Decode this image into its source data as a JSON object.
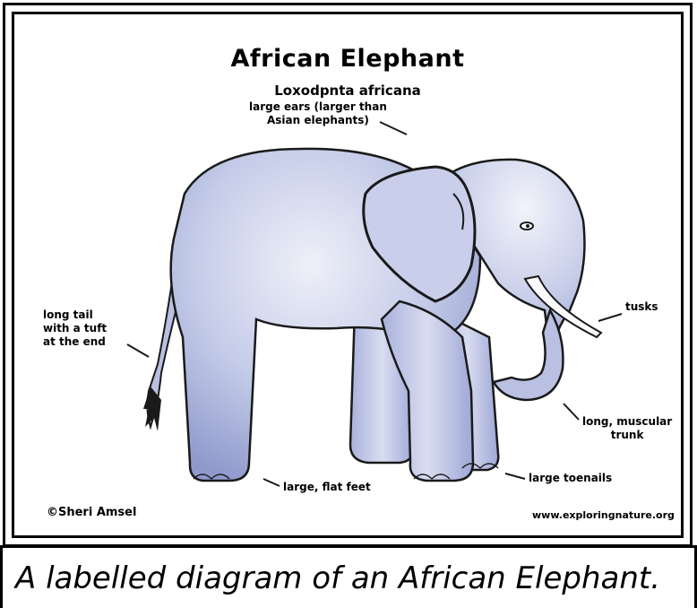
{
  "diagram": {
    "title": "African Elephant",
    "subtitle": "Loxodpnta africana",
    "labels": {
      "ears": "large ears (larger than\nAsian elephants)",
      "tail": "long tail\nwith a tuft\nat the end",
      "tusks": "tusks",
      "trunk": "long, muscular\ntrunk",
      "feet": "large, flat feet",
      "toenails": "large toenails"
    },
    "credit": "©Sheri Amsel",
    "website": "www.exploringnature.org"
  },
  "caption": "A labelled diagram of an African Elephant.",
  "colors": {
    "elephant_body": "#c4cbe8",
    "elephant_shadow": "#8f99cc",
    "outline": "#1a1a1a",
    "tusk": "#fafafa"
  }
}
